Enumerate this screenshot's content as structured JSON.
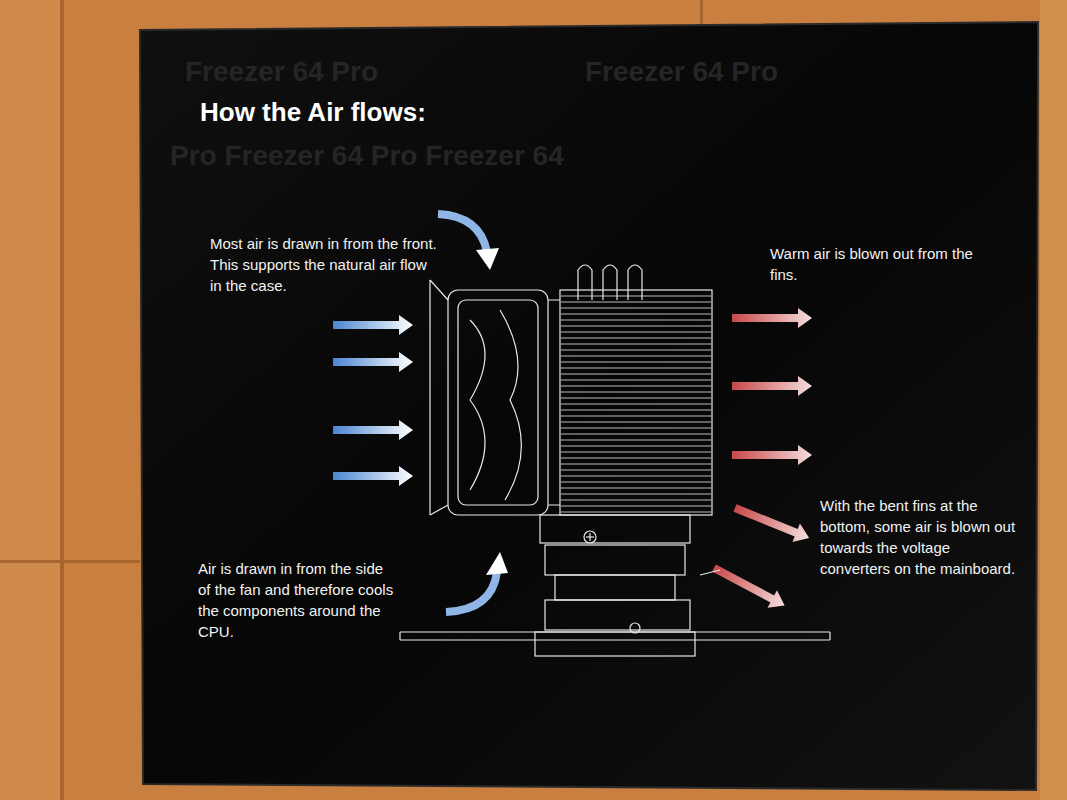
{
  "diagram": {
    "title": "How the Air flows:",
    "labels": [
      "Freezer 64 Pro",
      "Freezer 64 Pro",
      "Pro Freezer 64 Pro Freezer 64",
      "Most air is drawn in from the front. This supports the natural air flow in the case.",
      "Warm air is blown out from the fins.",
      "With the bent fins at the bottom, some air is blown out towards the voltage converters on the mainboard.",
      "Air is drawn in from the side of the fan and therefore cools the components around the CPU."
    ]
  }
}
